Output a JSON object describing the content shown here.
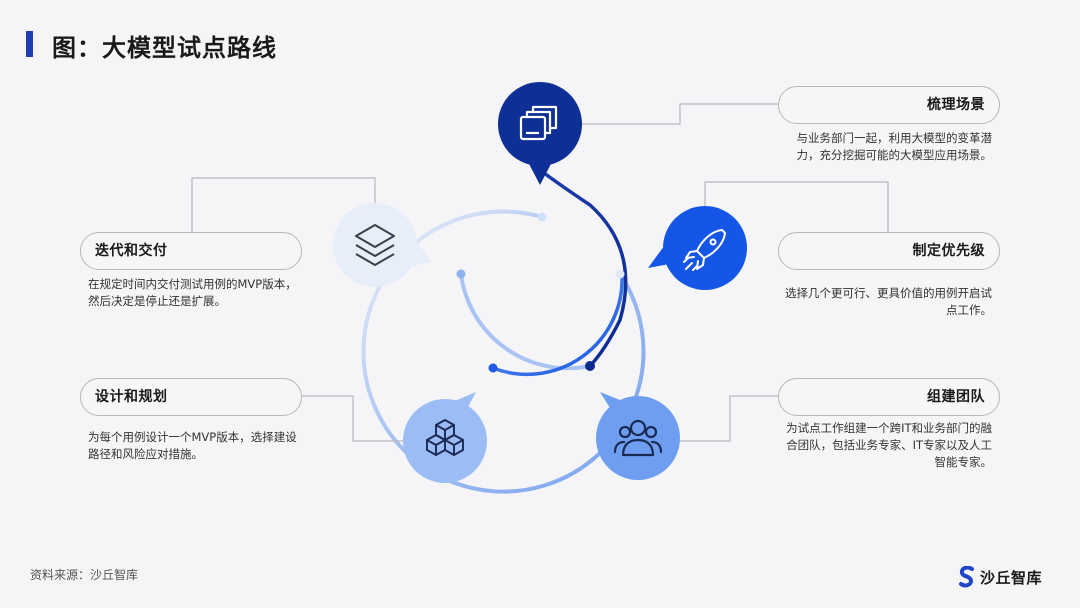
{
  "title": "图：大模型试点路线",
  "steps": [
    {
      "label": "梳理场景",
      "desc": "与业务部门一起，利用大模型的变革潜力，充分挖掘可能的大模型应用场景。",
      "icon": "copy-stack-icon",
      "color": "#0d2f96"
    },
    {
      "label": "制定优先级",
      "desc": "选择几个更可行、更具价值的用例开启试点工作。",
      "icon": "rocket-icon",
      "color": "#1656e6"
    },
    {
      "label": "组建团队",
      "desc": "为试点工作组建一个跨IT和业务部门的融合团队，包括业务专家、IT专家以及人工智能专家。",
      "icon": "users-icon",
      "color": "#6f9ef0"
    },
    {
      "label": "设计和规划",
      "desc": "为每个用例设计一个MVP版本，选择建设路径和风险应对措施。",
      "icon": "cubes-icon",
      "color": "#9bbcf5"
    },
    {
      "label": "迭代和交付",
      "desc": "在规定时间内交付测试用例的MVP版本，然后决定是停止还是扩展。",
      "icon": "layers-icon",
      "color": "#e7eef9"
    }
  ],
  "footer": {
    "source": "资料来源：沙丘智库",
    "brand": "沙丘智库"
  }
}
